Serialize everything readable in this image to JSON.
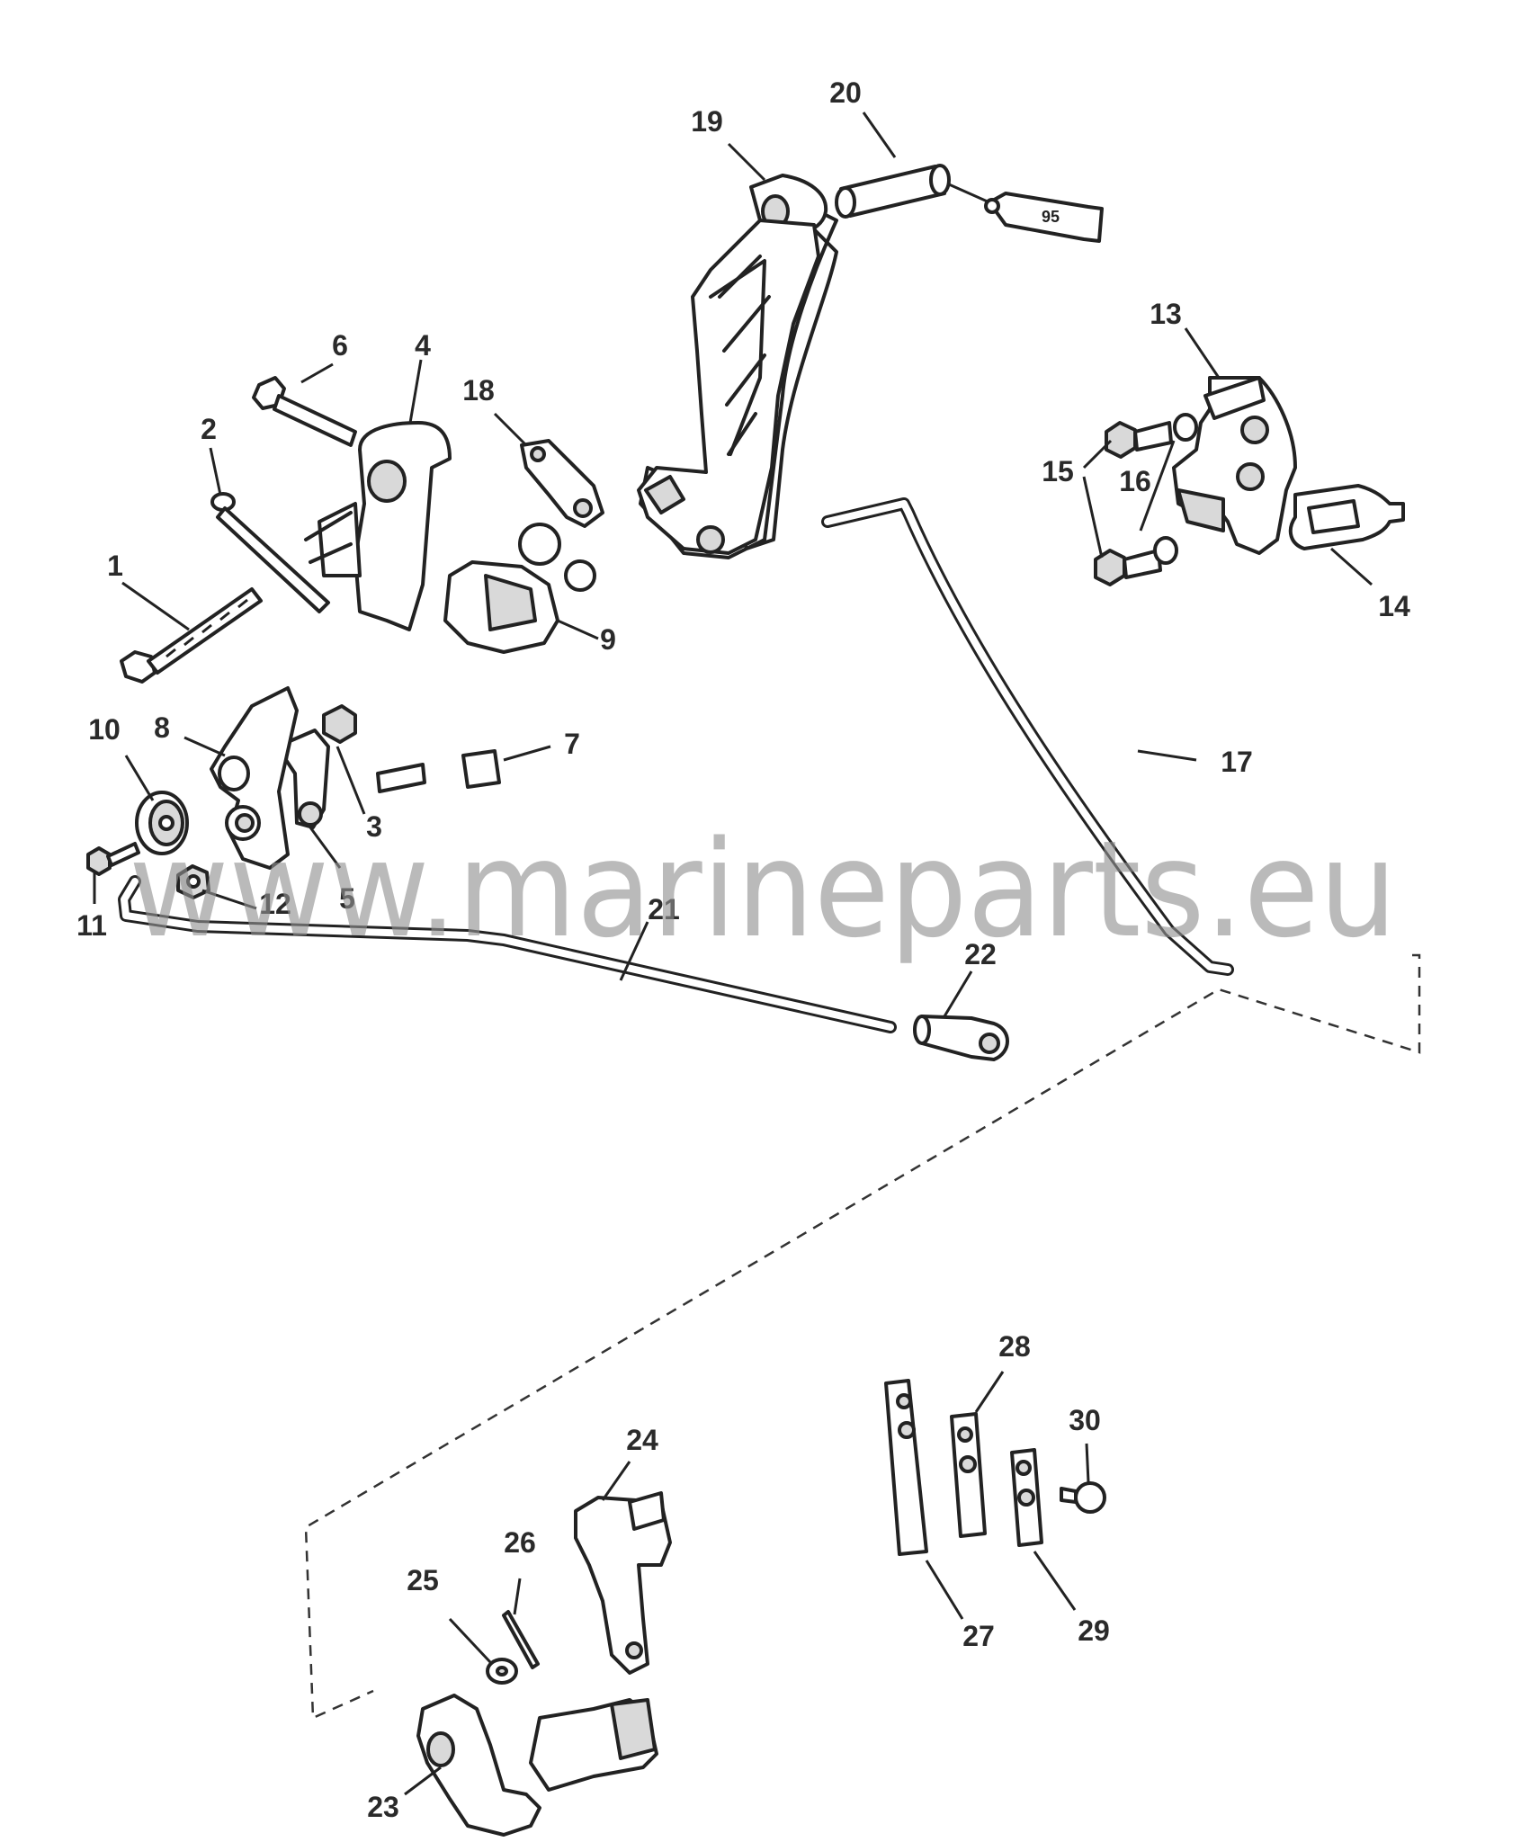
{
  "watermark": "www.marineparts.eu",
  "sealant_tube_label": "95",
  "callouts": {
    "c1": "1",
    "c2": "2",
    "c3": "3",
    "c4": "4",
    "c5": "5",
    "c6": "6",
    "c7": "7",
    "c8": "8",
    "c9": "9",
    "c10": "10",
    "c11": "11",
    "c12": "12",
    "c13": "13",
    "c14": "14",
    "c15": "15",
    "c16": "16",
    "c17": "17",
    "c18": "18",
    "c19": "19",
    "c20": "20",
    "c21": "21",
    "c22": "22",
    "c23": "23",
    "c24": "24",
    "c25": "25",
    "c26": "26",
    "c27": "27",
    "c28": "28",
    "c29": "29",
    "c30": "30"
  }
}
